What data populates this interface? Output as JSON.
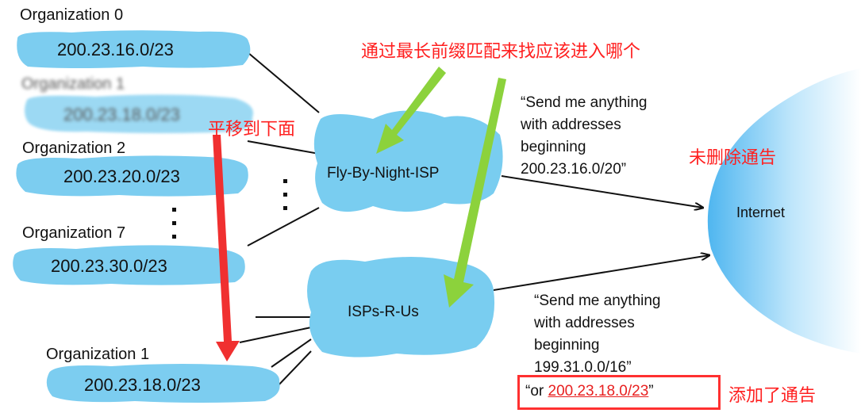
{
  "organizations": [
    {
      "label": "Organization 0",
      "prefix": "200.23.16.0/23"
    },
    {
      "label": "Organization 1",
      "prefix": "200.23.18.0/23"
    },
    {
      "label": "Organization 2",
      "prefix": "200.23.20.0/23"
    },
    {
      "label": "Organization 7",
      "prefix": "200.23.30.0/23"
    },
    {
      "label": "Organization 1",
      "prefix": "200.23.18.0/23"
    }
  ],
  "isps": {
    "fly_by_night": "Fly-By-Night-ISP",
    "isps_r_us": "ISPs-R-Us",
    "internet": "Internet"
  },
  "advertisements": {
    "fly_by_night": "“Send me anything\nwith addresses\nbeginning\n200.23.16.0/20”",
    "isps_r_us": "“Send me anything\nwith addresses\nbeginning\n199.31.0.0/16”",
    "added_prefix_open": "“or ",
    "added_prefix": "200.23.18.0/23",
    "added_prefix_close": "”"
  },
  "annotations": {
    "longest_prefix": "通过最长前缀匹配来找应该进入哪个",
    "move_down": "平移到下面",
    "not_removed": "未删除通告",
    "added": "添加了通告"
  },
  "colors": {
    "cloud": "#79cdf0",
    "annotation_red": "#ff2020",
    "arrow_green": "#8cd23c",
    "arrow_red": "#f03030"
  }
}
